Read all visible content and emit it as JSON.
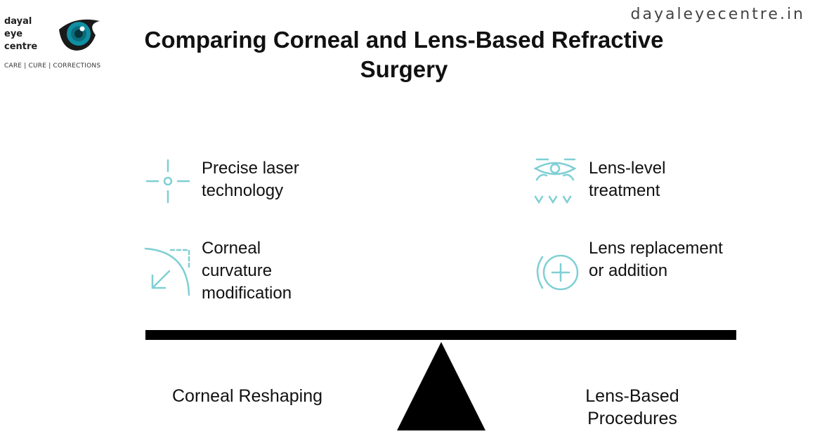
{
  "brand": {
    "name_lines": [
      "dayal",
      "eye",
      "centre"
    ],
    "tagline": "CARE | CURE | CORRECTIONS",
    "website": "dayaleyecentre.in",
    "accent_color": "#0e8fa3"
  },
  "title": "Comparing Corneal and Lens-Based Refractive Surgery",
  "icon_color": "#7fcfd4",
  "left_side": {
    "label": "Corneal Reshaping",
    "features": [
      {
        "icon": "crosshair-icon",
        "label": "Precise laser technology"
      },
      {
        "icon": "curvature-arrow-icon",
        "label": "Corneal curvature modification"
      }
    ]
  },
  "right_side": {
    "label": "Lens-Based Procedures",
    "features": [
      {
        "icon": "eye-lens-icon",
        "label": "Lens-level treatment"
      },
      {
        "icon": "lens-add-icon",
        "label": "Lens replacement or addition"
      }
    ]
  }
}
